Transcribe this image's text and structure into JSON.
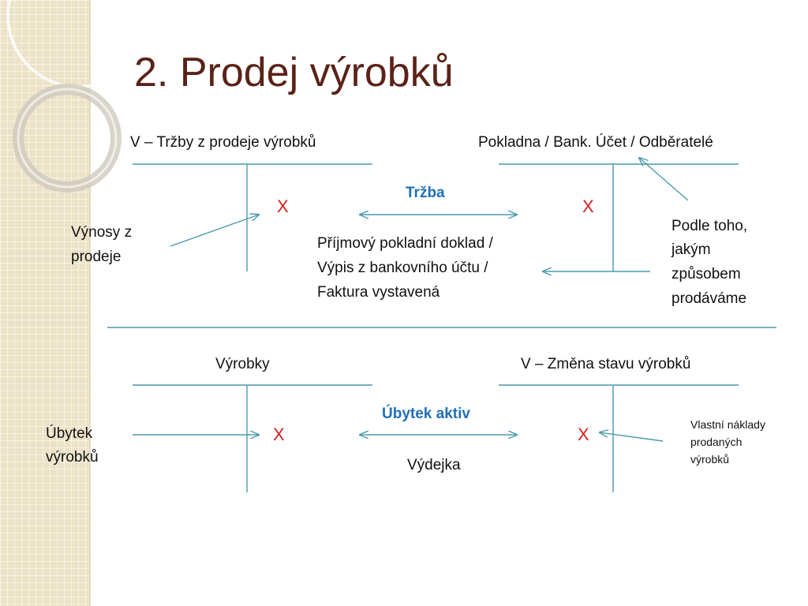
{
  "slide": {
    "title": "2.  Prodej výrobků",
    "colors": {
      "title": "#5a2218",
      "accent": "#1f6fb8",
      "line": "#4a9aaa",
      "mark": "#d42020",
      "strip": "#ece2c6"
    }
  },
  "section1": {
    "account_left_title": "V – Tržby z prodeje výrobků",
    "account_right_title": "Pokladna / Bank. Účet / Odběratelé",
    "left_mark": "X",
    "right_mark": "X",
    "center_label": "Tržba",
    "document_label": [
      "Příjmový pokladní doklad /",
      "Výpis z bankovního účtu /",
      "Faktura vystavená"
    ],
    "left_note": [
      "Výnosy z",
      "prodeje"
    ],
    "right_note": [
      "Podle toho,",
      "jakým",
      "způsobem",
      "prodáváme"
    ]
  },
  "section2": {
    "account_left_title": "Výrobky",
    "account_right_title": "V – Změna stavu výrobků",
    "left_mark": "X",
    "right_mark": "X",
    "center_label": "Úbytek aktiv",
    "document_label": "Výdejka",
    "left_note": [
      "Úbytek",
      "výrobků"
    ],
    "right_note": [
      "Vlastní náklady",
      "prodaných",
      "výrobků"
    ]
  }
}
